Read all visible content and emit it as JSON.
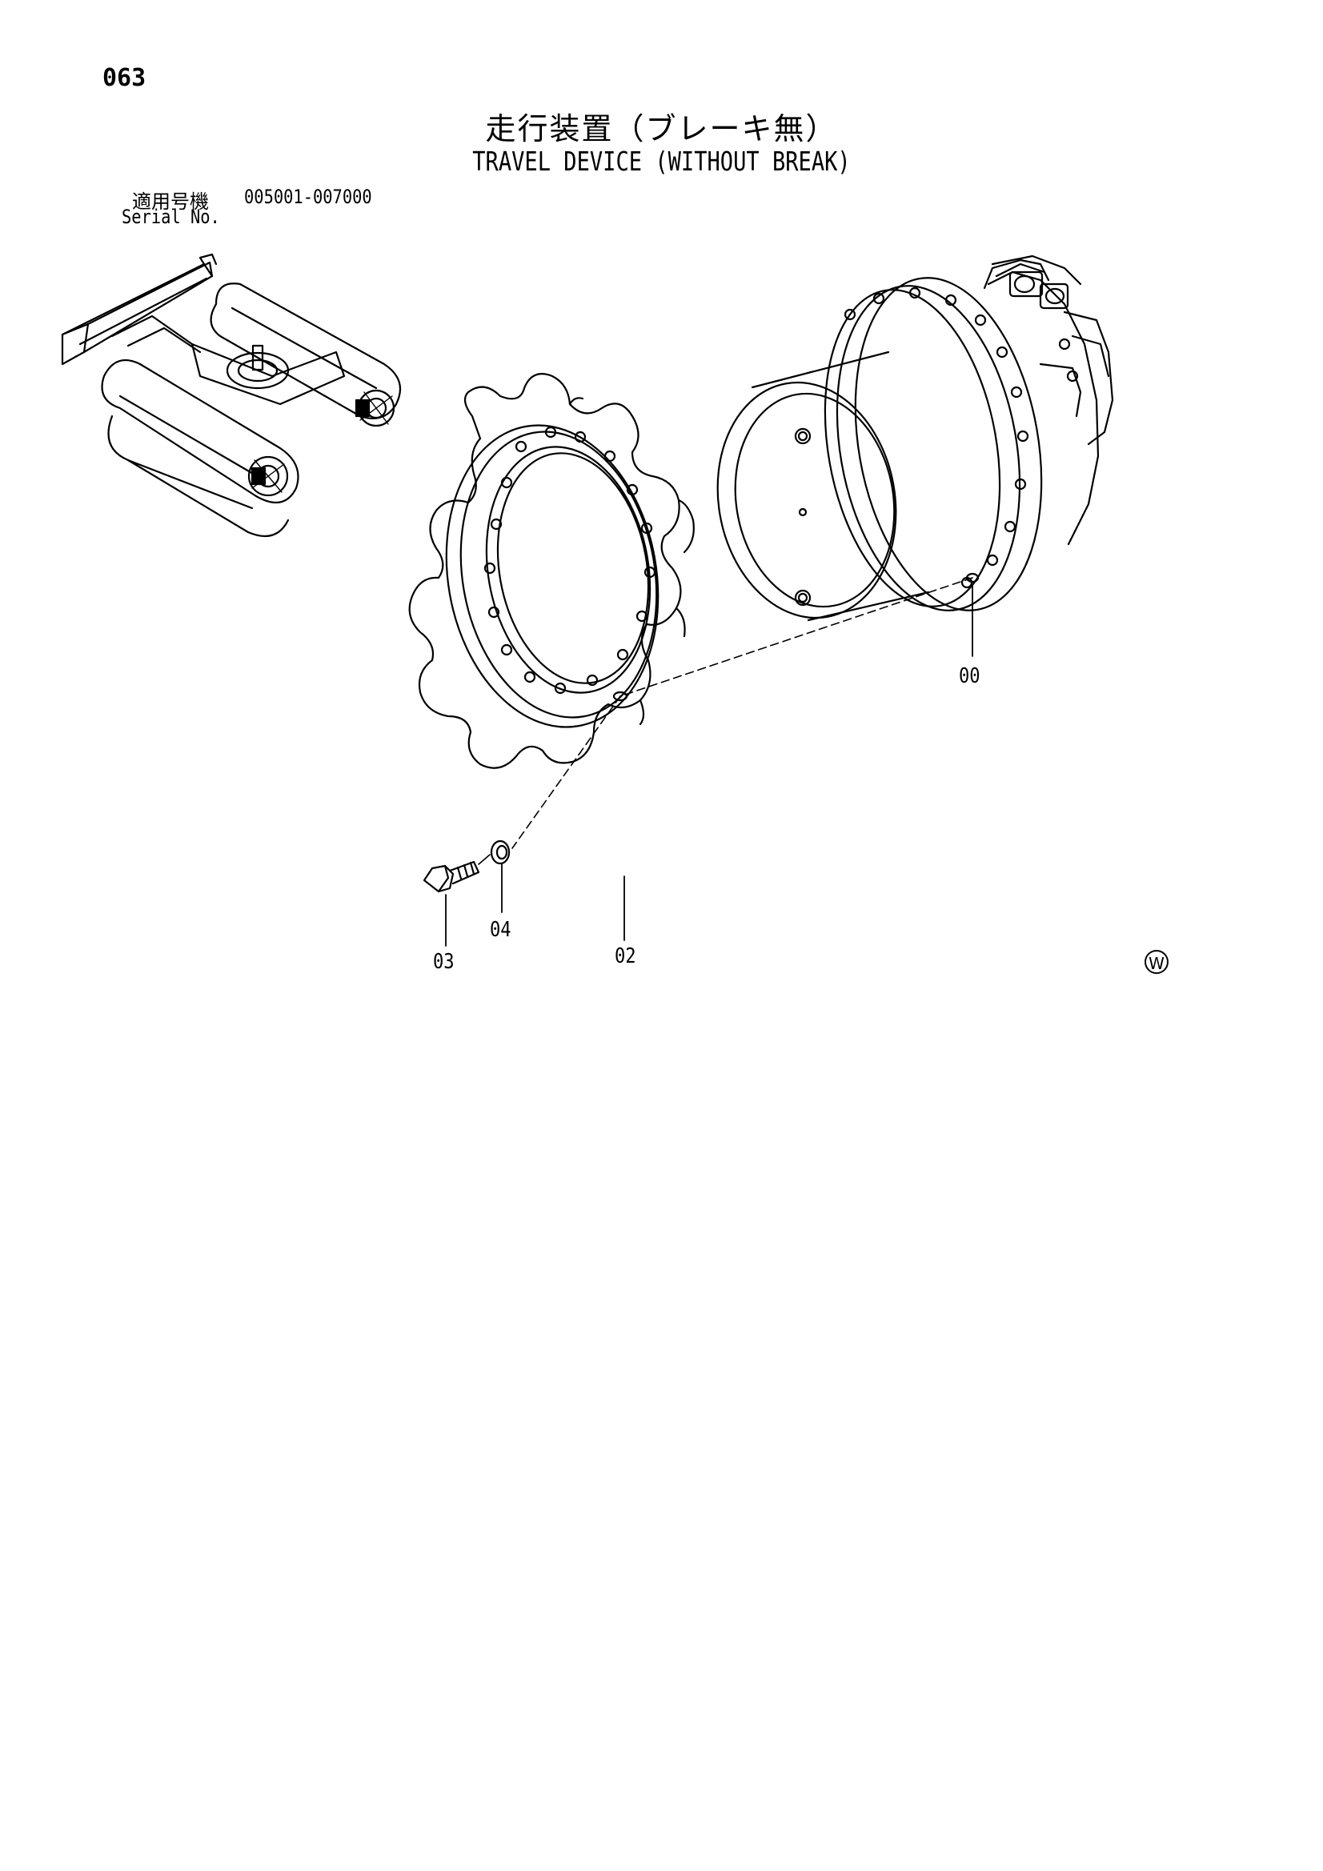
{
  "page": {
    "number": "063"
  },
  "title": {
    "japanese": "走行装置（ブレーキ無）",
    "english": "TRAVEL DEVICE (WITHOUT BREAK)"
  },
  "serial": {
    "label_jp": "適用号機",
    "range": "005001-007000",
    "label_en": "Serial No."
  },
  "parts": [
    {
      "callout": "00",
      "component": "travel-motor"
    },
    {
      "callout": "02",
      "component": "sprocket"
    },
    {
      "callout": "03",
      "component": "bolt"
    },
    {
      "callout": "04",
      "component": "washer"
    }
  ],
  "mark": {
    "symbol": "W"
  }
}
